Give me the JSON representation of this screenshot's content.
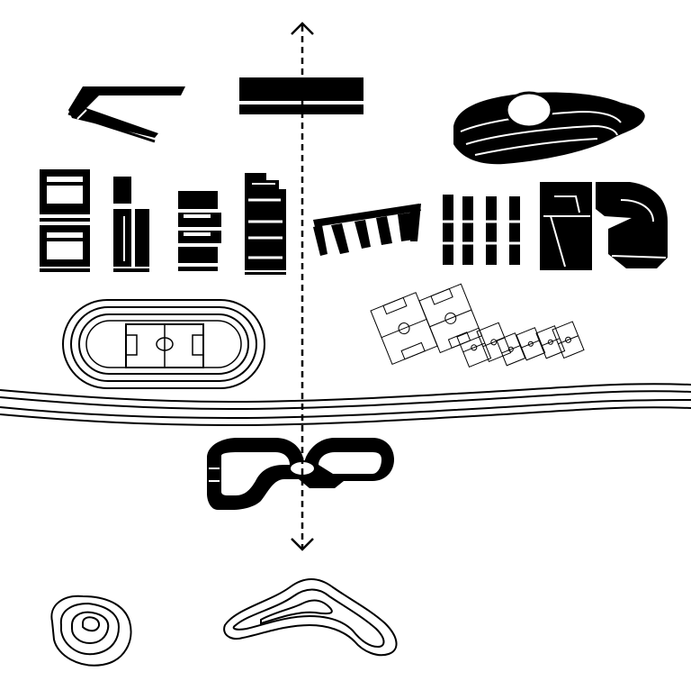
{
  "colors": {
    "ink": "#000000",
    "paper": "#ffffff"
  },
  "axis": {
    "icon": "double-headed-dashed-arrow-icon",
    "style": "dashed"
  },
  "elements": [
    {
      "name": "curved-wing-building",
      "kind": "black solid massing"
    },
    {
      "name": "axis-bar-building",
      "kind": "black solid massing"
    },
    {
      "name": "domed-stadium",
      "kind": "black solid massing"
    },
    {
      "name": "courtyard-blocks",
      "kind": "black solid massing"
    },
    {
      "name": "tower-cluster",
      "kind": "black solid massing"
    },
    {
      "name": "terraced-blocks",
      "kind": "black solid massing"
    },
    {
      "name": "stepped-slabs",
      "kind": "black solid massing"
    },
    {
      "name": "tilted-bar-row",
      "kind": "black solid massing"
    },
    {
      "name": "slab-grid",
      "kind": "black solid massing"
    },
    {
      "name": "rounded-hall-cluster",
      "kind": "black solid massing"
    },
    {
      "name": "athletics-track",
      "kind": "line drawing"
    },
    {
      "name": "training-pitches",
      "kind": "line drawing"
    },
    {
      "name": "river-channel",
      "kind": "line drawing"
    },
    {
      "name": "looped-building",
      "kind": "black solid massing"
    },
    {
      "name": "contour-hill",
      "kind": "line drawing"
    },
    {
      "name": "contour-lake",
      "kind": "line drawing"
    }
  ]
}
